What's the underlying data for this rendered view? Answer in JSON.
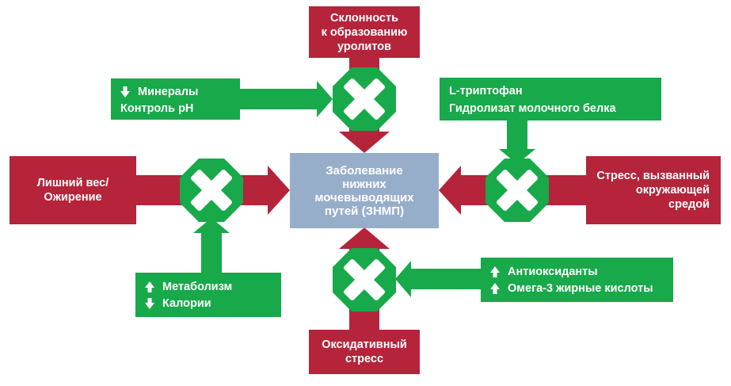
{
  "center": {
    "lines": [
      "Заболевание",
      "нижних",
      "мочевыводящих",
      "путей (ЗНМП)"
    ]
  },
  "risk_factors": {
    "urolith": [
      "Склонность",
      "к образованию",
      "уролитов"
    ],
    "obesity": [
      "Лишний вес/",
      "Ожирение"
    ],
    "stress": [
      "Стресс, вызванный",
      "окружающей",
      "средой"
    ],
    "oxidative": [
      "Оксидативный",
      "стресс"
    ]
  },
  "interventions": {
    "minerals": [
      {
        "icon": "arrow-down-icon",
        "text": "Минералы"
      },
      {
        "icon": "",
        "text": "Контроль pH"
      }
    ],
    "tryptophan": [
      {
        "icon": "",
        "text": "L-триптофан"
      },
      {
        "icon": "",
        "text": "Гидролизат молочного белка"
      }
    ],
    "metabolism": [
      {
        "icon": "arrow-up-icon",
        "text": "Метаболизм"
      },
      {
        "icon": "arrow-down-icon",
        "text": "Калории"
      }
    ],
    "antioxidants": [
      {
        "icon": "arrow-up-icon",
        "text": "Антиоксиданты"
      },
      {
        "icon": "arrow-up-icon",
        "text": "Омега-3 жирные кислоты"
      }
    ]
  },
  "colors": {
    "risk_red": "#b5243a",
    "intervention_green": "#17a94a",
    "center_blue": "#97aecb",
    "block_symbol": "white-x-on-green-octagon"
  }
}
